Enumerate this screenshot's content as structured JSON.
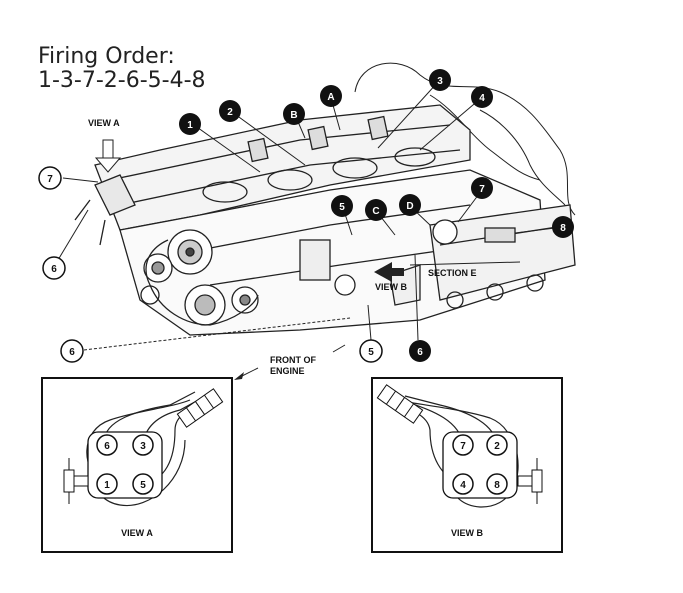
{
  "firing_order": {
    "title": "Firing Order:",
    "sequence": "1-3-7-2-6-5-4-8"
  },
  "callouts": {
    "c1": "1",
    "c2": "2",
    "c3": "3",
    "c4": "4",
    "cA": "A",
    "cB": "B",
    "cC": "C",
    "cD": "D",
    "c5top": "5",
    "c7top": "7",
    "c8": "8",
    "c7left": "7",
    "c6left": "6",
    "c6bottom": "6",
    "c5bottom": "5",
    "c6right": "6"
  },
  "labels": {
    "view_a_top": "VIEW A",
    "view_b": "VIEW B",
    "section_e": "SECTION E",
    "front_of": "FRONT OF",
    "engine": "ENGINE"
  },
  "view_a": {
    "caption": "VIEW A",
    "cylinders": [
      "6",
      "3",
      "1",
      "5"
    ]
  },
  "view_b": {
    "caption": "VIEW B",
    "cylinders": [
      "7",
      "2",
      "4",
      "8"
    ]
  }
}
